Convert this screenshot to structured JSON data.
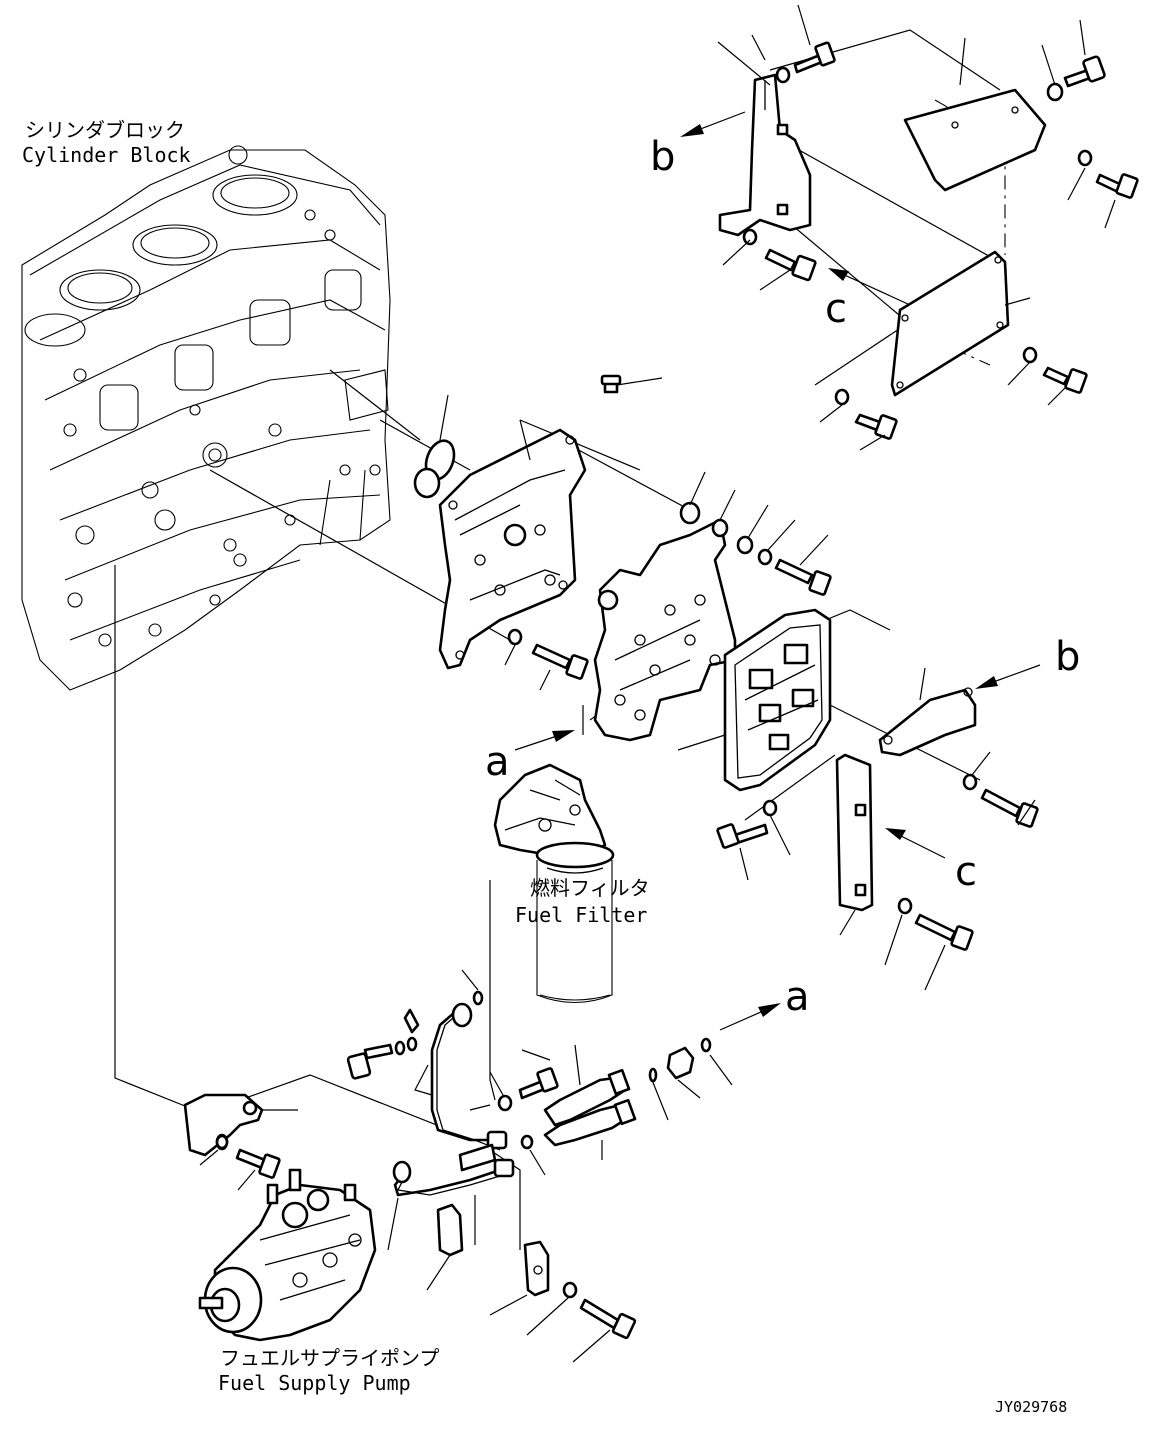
{
  "labels": {
    "cylinder_block_jp": "シリンダブロック",
    "cylinder_block_en": "Cylinder Block",
    "fuel_filter_jp": "燃料フィルタ",
    "fuel_filter_en": "Fuel Filter",
    "fuel_supply_pump_jp": "フュエルサプライポンプ",
    "fuel_supply_pump_en": "Fuel Supply Pump",
    "drawing_number": "JY029768"
  },
  "callouts": {
    "a_upper": "a",
    "a_lower": "a",
    "b_upper": "b",
    "b_right": "b",
    "c_upper": "c",
    "c_right": "c"
  }
}
